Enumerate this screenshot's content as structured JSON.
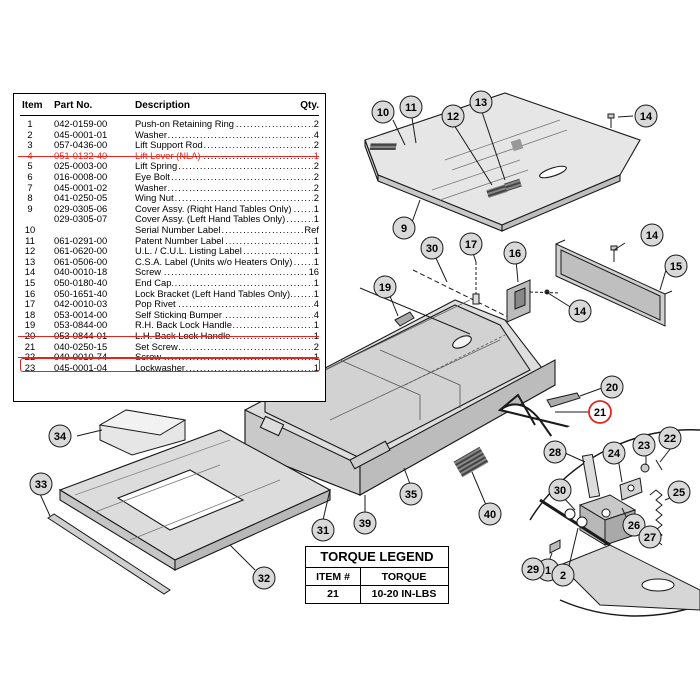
{
  "parts_table": {
    "headers": {
      "item": "Item",
      "part_no": "Part No.",
      "description": "Description",
      "qty": "Qty."
    },
    "rows": [
      {
        "item": "1",
        "part_no": "042-0159-00",
        "description": "Push-on Retaining Ring",
        "qty": "2"
      },
      {
        "item": "2",
        "part_no": "045-0001-01",
        "description": "Washer",
        "qty": "4"
      },
      {
        "item": "3",
        "part_no": "057-0436-00",
        "description": "Lift Support Rod",
        "qty": "2"
      },
      {
        "item": "4",
        "part_no": "051-0132-40",
        "description": "Lift Lever (NLA)",
        "qty": "1"
      },
      {
        "item": "5",
        "part_no": "025-0003-00",
        "description": "Lift Spring",
        "qty": "2"
      },
      {
        "item": "6",
        "part_no": "016-0008-00",
        "description": "Eye Bolt",
        "qty": "2"
      },
      {
        "item": "7",
        "part_no": "045-0001-02",
        "description": "Washer",
        "qty": "2"
      },
      {
        "item": "8",
        "part_no": "041-0250-05",
        "description": "Wing Nut",
        "qty": "2"
      },
      {
        "item": "9",
        "part_no": "029-0305-06",
        "description": "Cover Assy. (Right Hand Tables Only)",
        "qty": "1"
      },
      {
        "item": "",
        "part_no": "029-0305-07",
        "description": "Cover Assy. (Left Hand Tables Only)",
        "qty": "1"
      },
      {
        "item": "10",
        "part_no": "",
        "description": "Serial Number Label",
        "qty": "Ref"
      },
      {
        "item": "11",
        "part_no": "061-0291-00",
        "description": "Patent Number Label",
        "qty": "1"
      },
      {
        "item": "12",
        "part_no": "061-0620-00",
        "description": "U.L. / C.U.L. Listing Label",
        "qty": "1"
      },
      {
        "item": "13",
        "part_no": "061-0506-00",
        "description": "C.S.A. Label (Units w/o Heaters Only)",
        "qty": "1"
      },
      {
        "item": "14",
        "part_no": "040-0010-18",
        "description": "Screw",
        "qty": "16"
      },
      {
        "item": "15",
        "part_no": "050-0180-40",
        "description": "End Cap",
        "qty": "1"
      },
      {
        "item": "16",
        "part_no": "050-1651-40",
        "description": "Lock Bracket (Left Hand Tables Only)",
        "qty": "1"
      },
      {
        "item": "17",
        "part_no": "042-0010-03",
        "description": "Pop Rivet",
        "qty": "4"
      },
      {
        "item": "18",
        "part_no": "053-0014-00",
        "description": "Self Sticking Bumper",
        "qty": "4"
      },
      {
        "item": "19",
        "part_no": "053-0844-00",
        "description": "R.H. Back Lock Handle",
        "qty": "1"
      },
      {
        "item": "20",
        "part_no": "053-0844-01",
        "description": "L.H. Back Lock Handle",
        "qty": "1"
      },
      {
        "item": "21",
        "part_no": "040-0250-15",
        "description": "Set Screw",
        "qty": "2"
      },
      {
        "item": "22",
        "part_no": "040-0010-74",
        "description": "Screw",
        "qty": "1"
      },
      {
        "item": "23",
        "part_no": "045-0001-04",
        "description": "Lockwasher",
        "qty": "1"
      }
    ]
  },
  "callouts": [
    "1",
    "2",
    "9",
    "10",
    "11",
    "12",
    "13",
    "14",
    "14",
    "14",
    "15",
    "16",
    "17",
    "19",
    "20",
    "21",
    "22",
    "23",
    "24",
    "25",
    "26",
    "27",
    "28",
    "29",
    "30",
    "30",
    "31",
    "32",
    "33",
    "34",
    "35",
    "39",
    "40"
  ],
  "highlight_callout": "21",
  "torque_legend": {
    "title": "TORQUE LEGEND",
    "col_item": "ITEM #",
    "col_torque": "TORQUE",
    "item": "21",
    "torque": "10-20 IN-LBS"
  },
  "colors": {
    "highlight": "#e2261f",
    "line": "#1a1a1a",
    "part_fill": "#d9d9d9",
    "label_fill": "#555555"
  }
}
